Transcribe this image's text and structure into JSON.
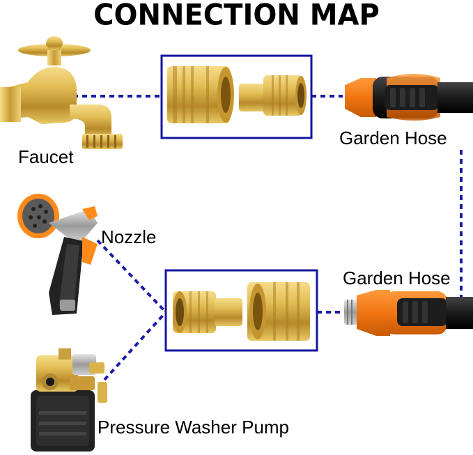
{
  "title": "CONNECTION MAP",
  "labels": {
    "faucet": "Faucet",
    "garden_hose_top": "Garden Hose",
    "nozzle": "Nozzle",
    "garden_hose_bottom": "Garden Hose",
    "pump": "Pressure Washer Pump"
  },
  "colors": {
    "connector_line": "#1a1aa8",
    "box_border": "#1414a0",
    "brass": "#d9b24a",
    "hose_orange": "#f07a12",
    "hose_black": "#1a1a1a"
  }
}
